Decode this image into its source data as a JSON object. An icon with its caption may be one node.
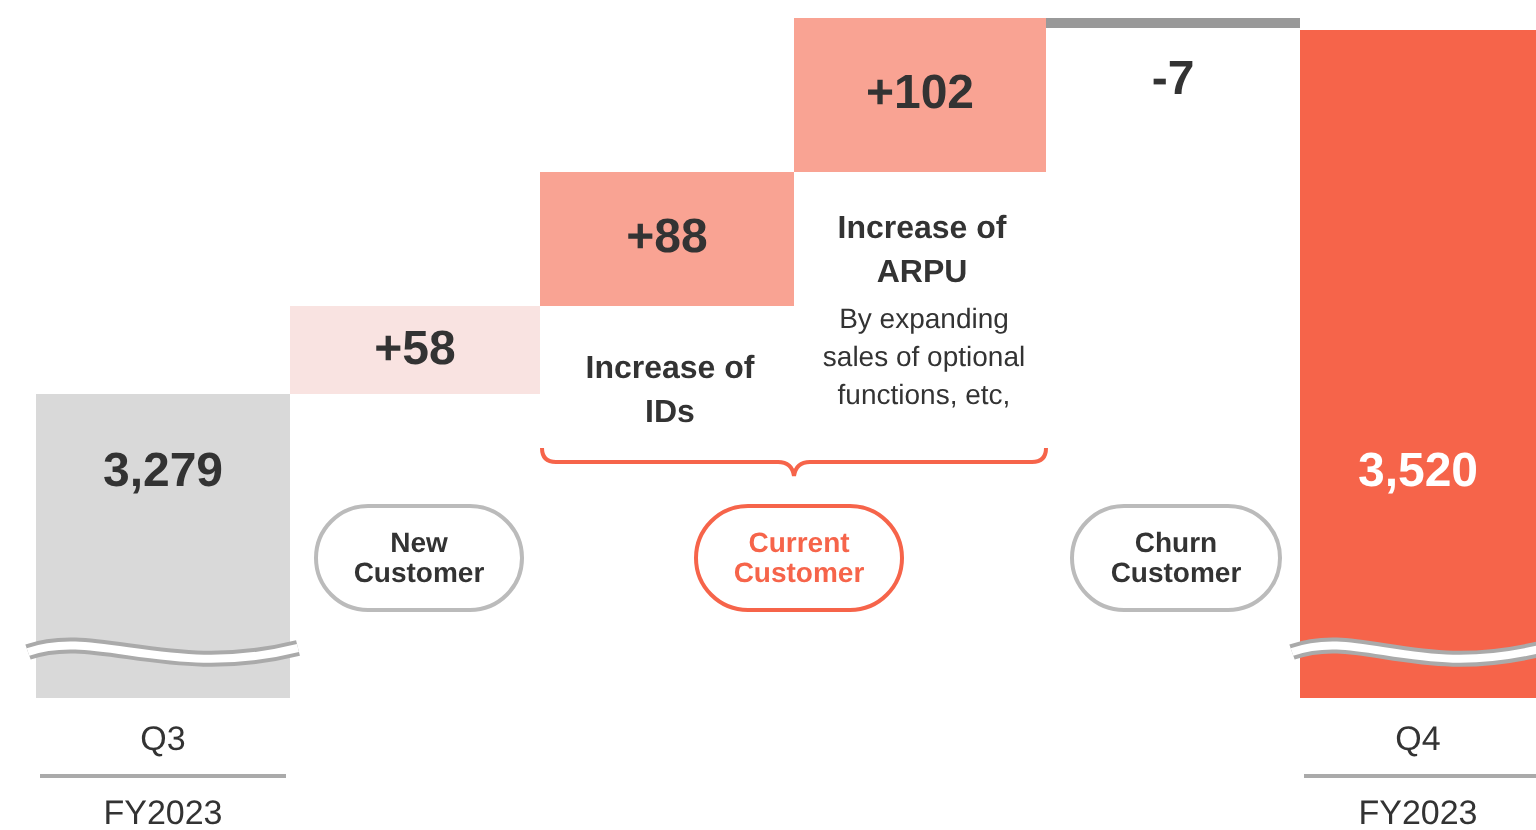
{
  "diagram": {
    "nodes": [
      {
        "text": [
          "3,279"
        ]
      },
      {
        "text": [
          "+58"
        ]
      },
      {
        "text": [
          "+88"
        ]
      },
      {
        "text": [
          "+102"
        ]
      },
      {
        "text": [],
        "shape": "bar",
        "beside": [
          "-7"
        ]
      },
      {
        "text": [
          "3,520"
        ]
      },
      {
        "text": [
          "New Customer"
        ]
      },
      {
        "text": [
          "Current Customer"
        ]
      },
      {
        "text": [
          "Churn Customer"
        ]
      }
    ],
    "labels": [
      "Increase of IDs",
      "Increase of ARPU",
      "By expanding sales of optional functions, etc,",
      "Q3",
      "Q4",
      "FY2023",
      "FY2023"
    ]
  }
}
